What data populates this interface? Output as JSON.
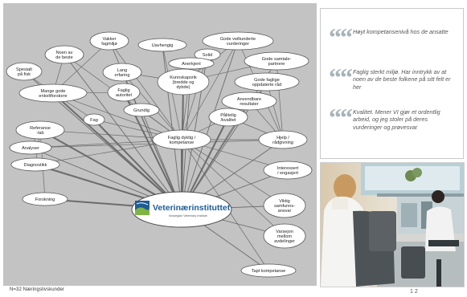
{
  "diagram": {
    "center_logo": {
      "name": "Veterinærinstituttet",
      "subtitle": "Norwegian Veterinary Institute"
    },
    "nodes": [
      {
        "id": "vakker",
        "lines": [
          "Vakker",
          "fagmiljø"
        ]
      },
      {
        "id": "noen",
        "lines": [
          "Noen av",
          "de beste"
        ]
      },
      {
        "id": "spesialt",
        "lines": [
          "Spesialt",
          "på fisk"
        ]
      },
      {
        "id": "uavhengig",
        "lines": [
          "Uavhengig"
        ]
      },
      {
        "id": "solid",
        "lines": [
          "Solid"
        ]
      },
      {
        "id": "anerkjent",
        "lines": [
          "Anerkjent"
        ]
      },
      {
        "id": "godevel",
        "lines": [
          "Gode veiltunderte",
          "vurderinger"
        ]
      },
      {
        "id": "samarb",
        "lines": [
          "Gode samtale-",
          "partnere"
        ]
      },
      {
        "id": "lang",
        "lines": [
          "Lang",
          "erfaring"
        ]
      },
      {
        "id": "kunnskap",
        "lines": [
          "Kunnskapsrik",
          "(bredde og",
          "dybde)"
        ]
      },
      {
        "id": "mange",
        "lines": [
          "Mange gode",
          "enkeltforskere"
        ]
      },
      {
        "id": "faglig",
        "lines": [
          "Faglig",
          "autoritet"
        ]
      },
      {
        "id": "godefaglige",
        "lines": [
          "Gode faglige",
          "oppdaterte råd"
        ]
      },
      {
        "id": "grundig",
        "lines": [
          "Grundig"
        ]
      },
      {
        "id": "anvendbare",
        "lines": [
          "Anvendbare",
          "resultater"
        ]
      },
      {
        "id": "referanse",
        "lines": [
          "Referanse",
          "-lab"
        ]
      },
      {
        "id": "fag",
        "lines": [
          "Fag"
        ]
      },
      {
        "id": "palitelig",
        "lines": [
          "Pålitelig",
          "/kvalitet"
        ]
      },
      {
        "id": "fagligdyktig",
        "lines": [
          "Faglig dyktig /",
          "kompetanse"
        ]
      },
      {
        "id": "hjelp",
        "lines": [
          "Hjelp /",
          "rådgivning"
        ]
      },
      {
        "id": "analyser",
        "lines": [
          "Analyser"
        ]
      },
      {
        "id": "diagnostikk",
        "lines": [
          "Diagnostikk"
        ]
      },
      {
        "id": "interessert",
        "lines": [
          "Interessert",
          "/ engasjert"
        ]
      },
      {
        "id": "forskning",
        "lines": [
          "Forskning"
        ]
      },
      {
        "id": "viktig",
        "lines": [
          "Viktig",
          "samfunns-",
          "ansvar"
        ]
      },
      {
        "id": "varsel",
        "lines": [
          "Varsejon",
          "mellom",
          "avdelinger"
        ]
      },
      {
        "id": "tapt",
        "lines": [
          "Tapt kompetanse"
        ]
      }
    ]
  },
  "footnote": "N=32 Næringslivskunder",
  "quotes": [
    {
      "mark": "““",
      "text": "Høyt kompetansenivå hos de ansatte"
    },
    {
      "mark": "““",
      "text": "Faglig sterkt miljø. Har inntrykk av at noen av de beste folkene på sitt felt er her"
    },
    {
      "mark": "““",
      "text": "Kvalitet. Mener VI gjør et ordentlig arbeid, og jeg stoler på deres vurderinger og prøvesvar"
    }
  ],
  "page_number": "1 2",
  "colors": {
    "diagram_bg": "#c3c3c3",
    "node_fill": "#ffffff",
    "line": "#6c6c6c",
    "quote_mark": "#a7b3ba",
    "logo_blue": "#1d5d96",
    "logo_green": "#7fb342"
  }
}
